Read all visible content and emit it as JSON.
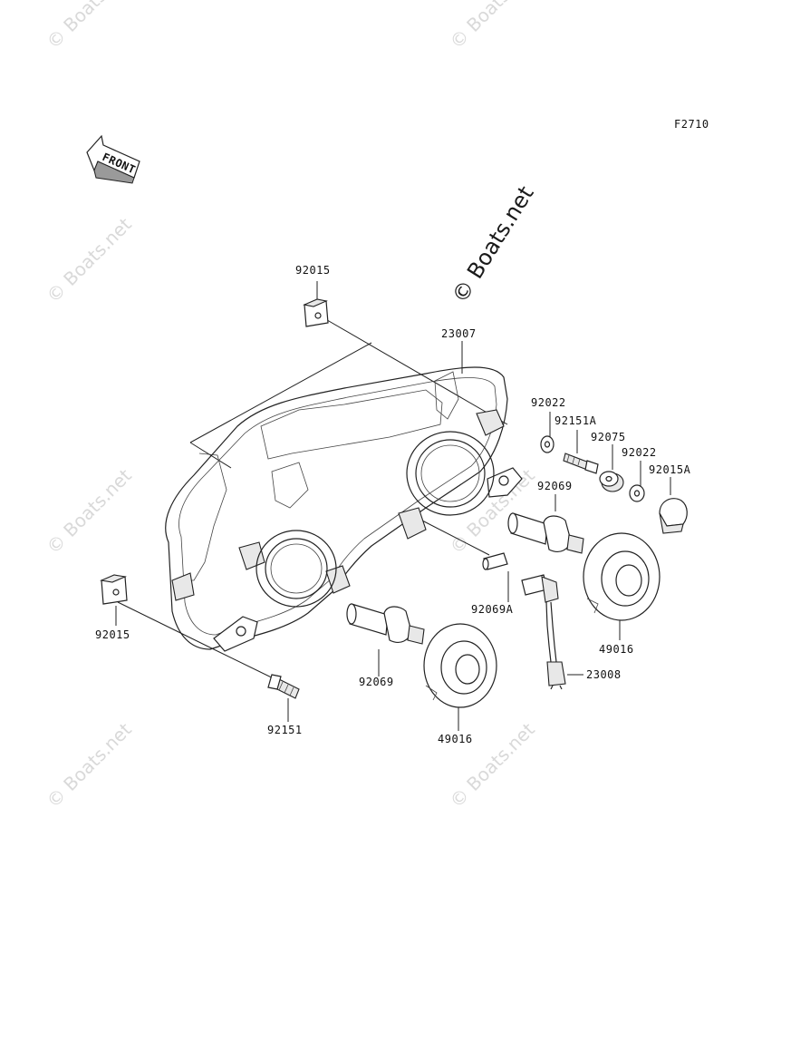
{
  "diagram": {
    "figure_code": "F2710",
    "front_label": "FRONT",
    "watermark_text": "© Boats.net",
    "parts": [
      {
        "id": "p1",
        "number": "92015"
      },
      {
        "id": "p2",
        "number": "23007"
      },
      {
        "id": "p3",
        "number": "92022"
      },
      {
        "id": "p4",
        "number": "92151A"
      },
      {
        "id": "p5",
        "number": "92075"
      },
      {
        "id": "p6",
        "number": "92022"
      },
      {
        "id": "p7",
        "number": "92015A"
      },
      {
        "id": "p8",
        "number": "92069"
      },
      {
        "id": "p9",
        "number": "92069A"
      },
      {
        "id": "p10",
        "number": "49016"
      },
      {
        "id": "p11",
        "number": "23008"
      },
      {
        "id": "p12",
        "number": "92015"
      },
      {
        "id": "p13",
        "number": "92069"
      },
      {
        "id": "p14",
        "number": "92151"
      },
      {
        "id": "p15",
        "number": "49016"
      }
    ]
  }
}
